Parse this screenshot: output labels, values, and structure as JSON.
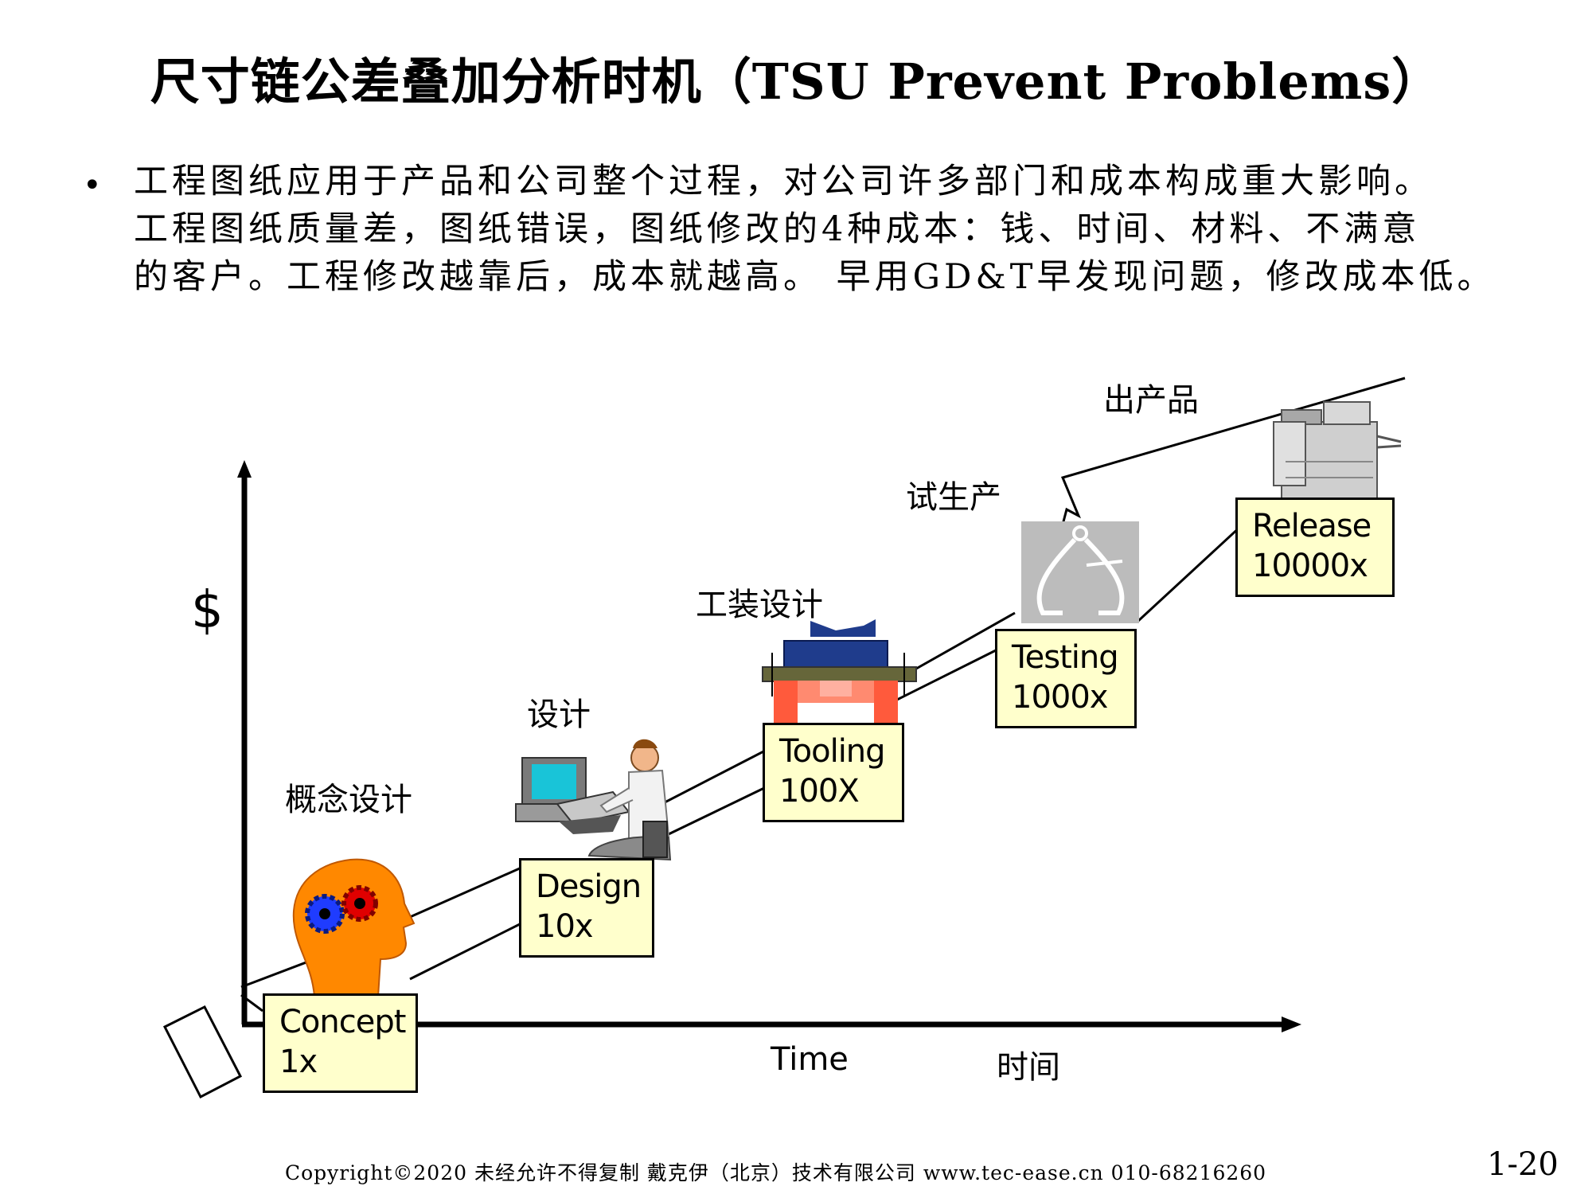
{
  "title": "尺寸链公差叠加分析时机（TSU Prevent Problems）",
  "bullet": "•",
  "paragraph": [
    "工程图纸应用于产品和公司整个过程，对公司许多部门和成本构成重大影响。",
    "工程图纸质量差，图纸错误，图纸修改的4种成本：钱、时间、材料、不满意",
    "的客户。工程修改越靠后，成本就越高。 早用GD&T早发现问题，修改成本低。"
  ],
  "axes": {
    "y_label": "$",
    "x_label_en": "Time",
    "x_label_cn": "时间"
  },
  "stages": [
    {
      "cn": "概念设计",
      "line1": "Concept",
      "line2": "1x"
    },
    {
      "cn": "设计",
      "line1": "Design",
      "line2": "10x"
    },
    {
      "cn": "工装设计",
      "line1": "Tooling",
      "line2": "100X"
    },
    {
      "cn": "试生产",
      "line1": "Testing",
      "line2": "1000x"
    },
    {
      "cn": "出产品",
      "line1": "Release",
      "line2": "10000x"
    }
  ],
  "colors": {
    "box_fill": "#ffffcc",
    "head": "#ff8800",
    "gear_blue": "#1f3cff",
    "gear_red": "#e00000",
    "tooling_blue": "#1f3c8c",
    "tooling_red": "#ff5a3c"
  },
  "footer": "Copyright©2020 未经允许不得复制  戴克伊（北京）技术有限公司  www.tec-ease.cn  010-68216260",
  "page_number": "1-20"
}
